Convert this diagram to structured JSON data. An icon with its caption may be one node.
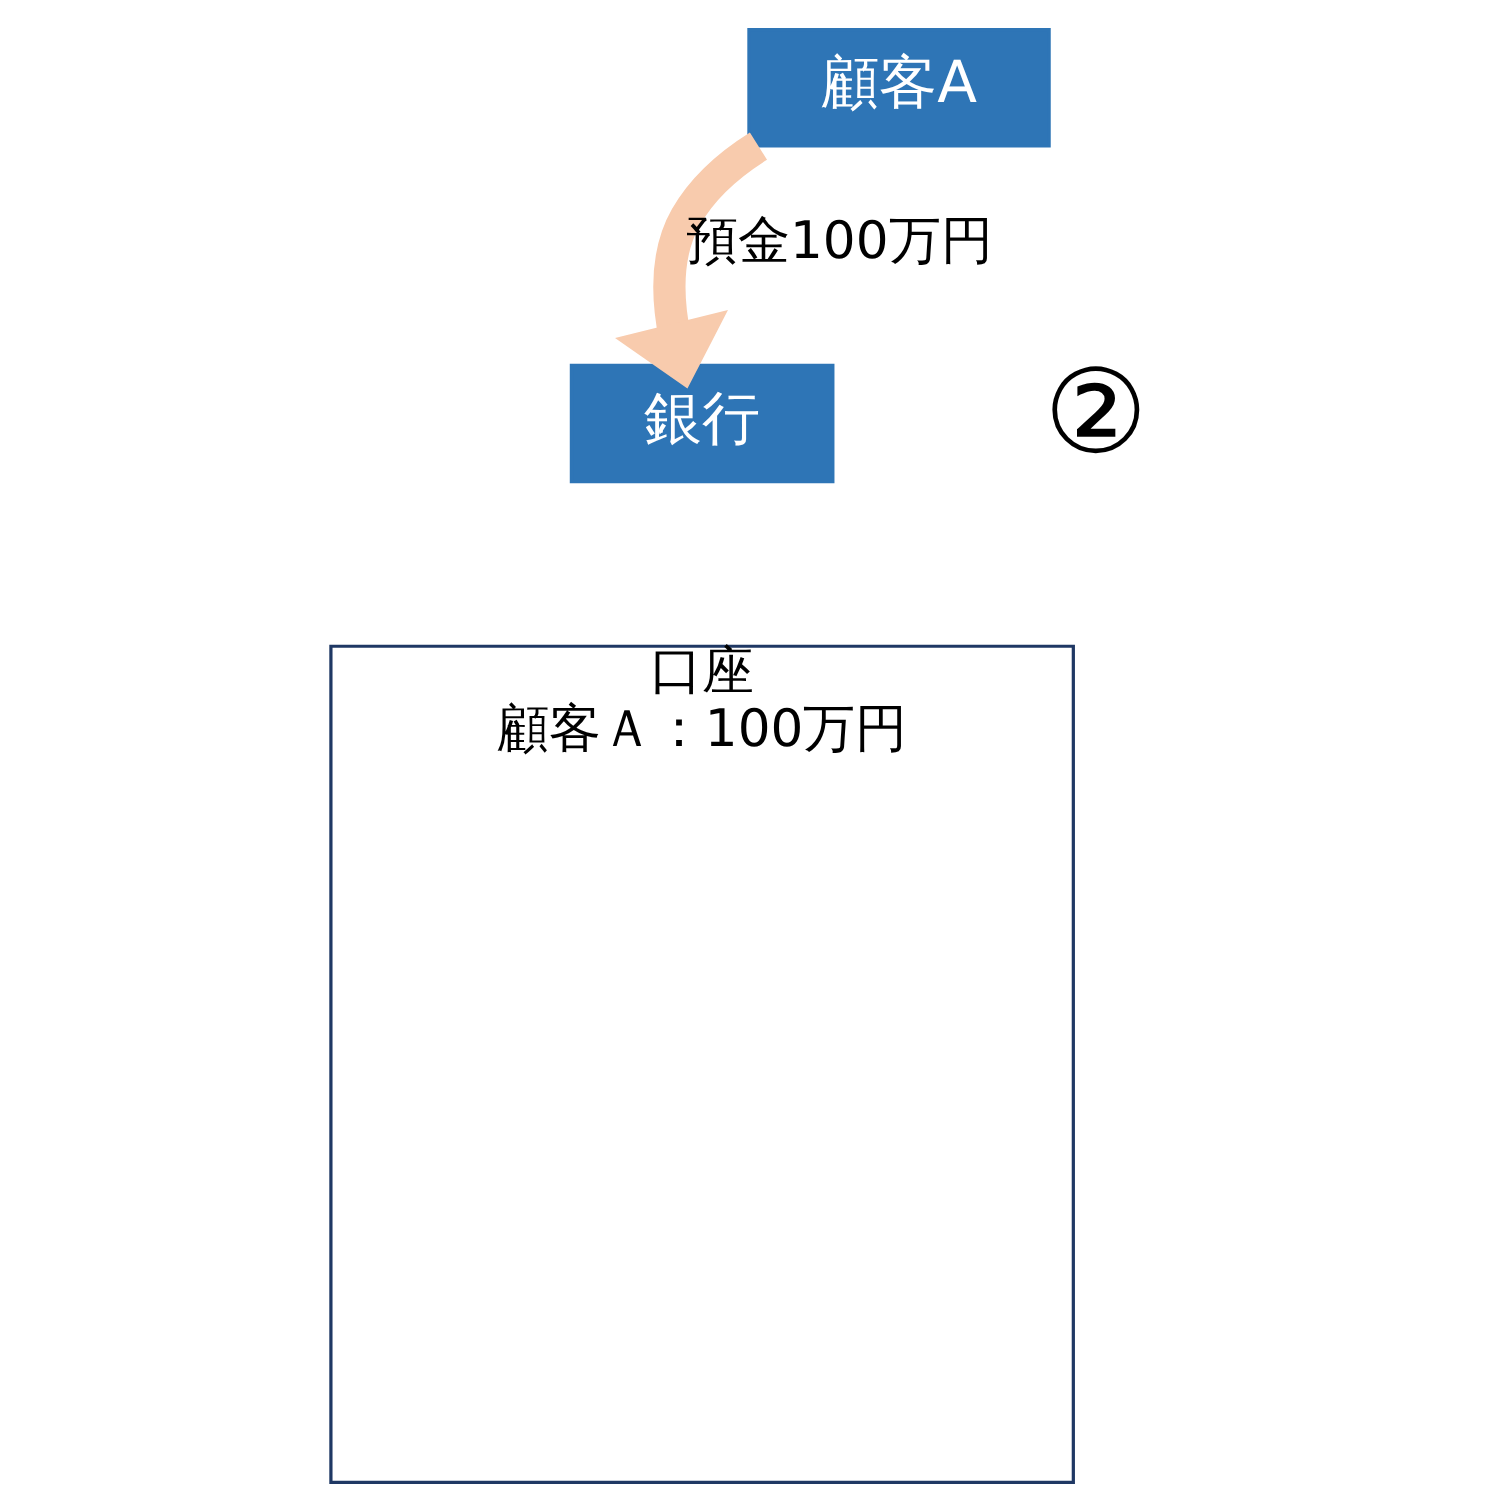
{
  "diagram": {
    "nodes": [
      {
        "text": [
          "顧客A"
        ]
      },
      {
        "text": [
          "銀行"
        ]
      },
      {
        "text": [
          "口座",
          "顧客Ａ：100万円"
        ]
      }
    ],
    "edges": [
      {
        "from": 0,
        "to": 1,
        "arrow": "to",
        "label": "預金100万円",
        "color": "#f8cbad"
      }
    ],
    "labels": [
      "②"
    ]
  }
}
